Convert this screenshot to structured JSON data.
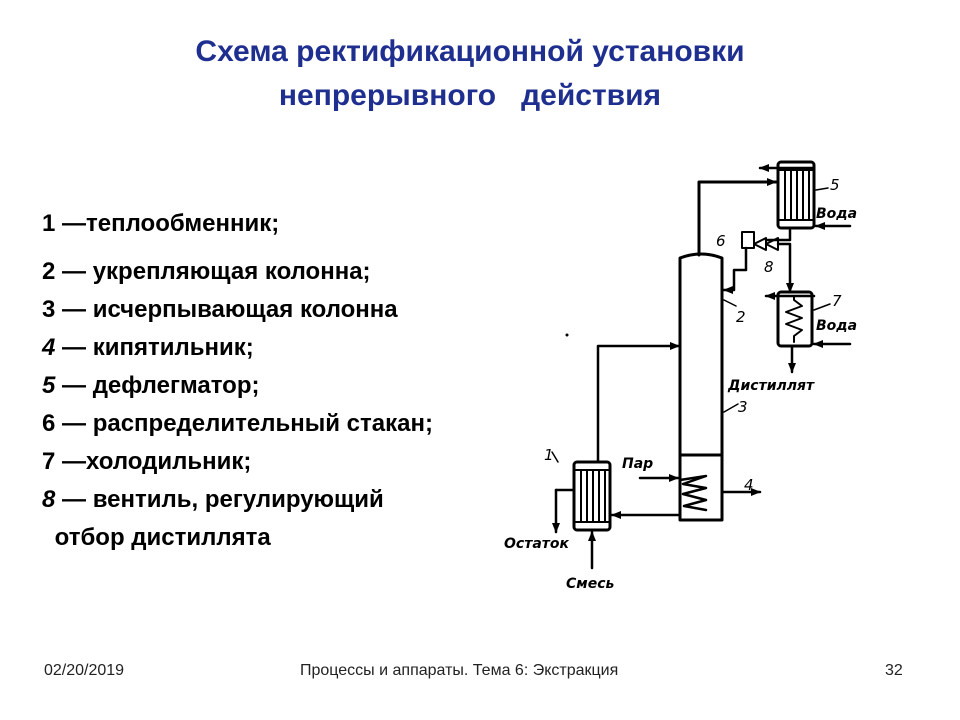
{
  "title": {
    "line1": "Схема ректификационной установки",
    "line2": "непрерывного   действия"
  },
  "legend": [
    {
      "num": "1",
      "text": " —теплообменник;",
      "italic": false
    },
    {
      "num": "2",
      "text": " — укрепляющая колонна;",
      "italic": false
    },
    {
      "num": "3",
      "text": " — исчерпывающая колонна",
      "italic": false
    },
    {
      "num": "4",
      "text": " — кипятильник;",
      "italic": true
    },
    {
      "num": "5",
      "text": " — дефлегматор;",
      "italic": true
    },
    {
      "num": "6",
      "text": " — распределительный стакан;",
      "italic": false
    },
    {
      "num": "7",
      "text": " —холодильник;",
      "italic": false
    },
    {
      "num": "8",
      "text": " — вентиль, регулирующий",
      "italic": true
    },
    {
      "num": "",
      "text": " отбор дистиллята",
      "italic": false
    }
  ],
  "diagram": {
    "labels": {
      "voda_top": "Вода",
      "voda_right": "Вода",
      "distillate": "Дистиллят",
      "steam": "Пар",
      "residue": "Остаток",
      "mixture": "Смесь"
    },
    "numbers": {
      "n1": "1",
      "n2": "2",
      "n3": "3",
      "n4": "4",
      "n5": "5",
      "n6": "6",
      "n7": "7",
      "n8": "8"
    }
  },
  "footer": {
    "date": "02/20/2019",
    "topic": "Процессы и аппараты. Тема 6: Экстракция",
    "page": "32"
  }
}
